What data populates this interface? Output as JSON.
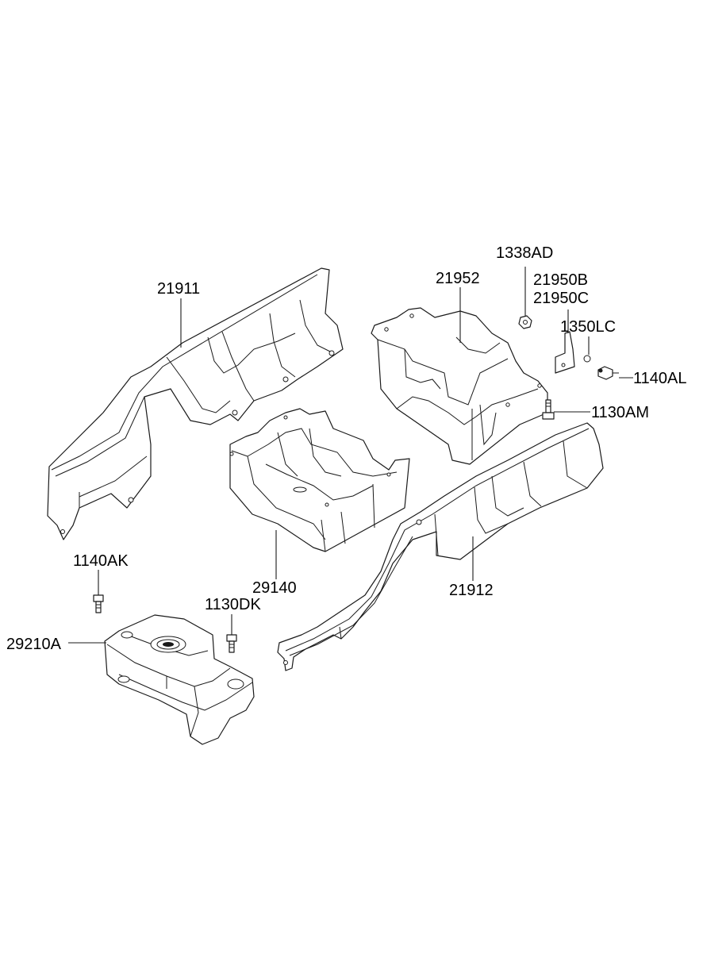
{
  "labels": {
    "p_21911": "21911",
    "p_21952": "21952",
    "p_1338AD": "1338AD",
    "p_21950B": "21950B",
    "p_21950C": "21950C",
    "p_1350LC": "1350LC",
    "p_1140AL": "1140AL",
    "p_1130AM": "1130AM",
    "p_29140": "29140",
    "p_21912": "21912",
    "p_1140AK": "1140AK",
    "p_1130DK": "1130DK",
    "p_29210A": "29210A"
  }
}
